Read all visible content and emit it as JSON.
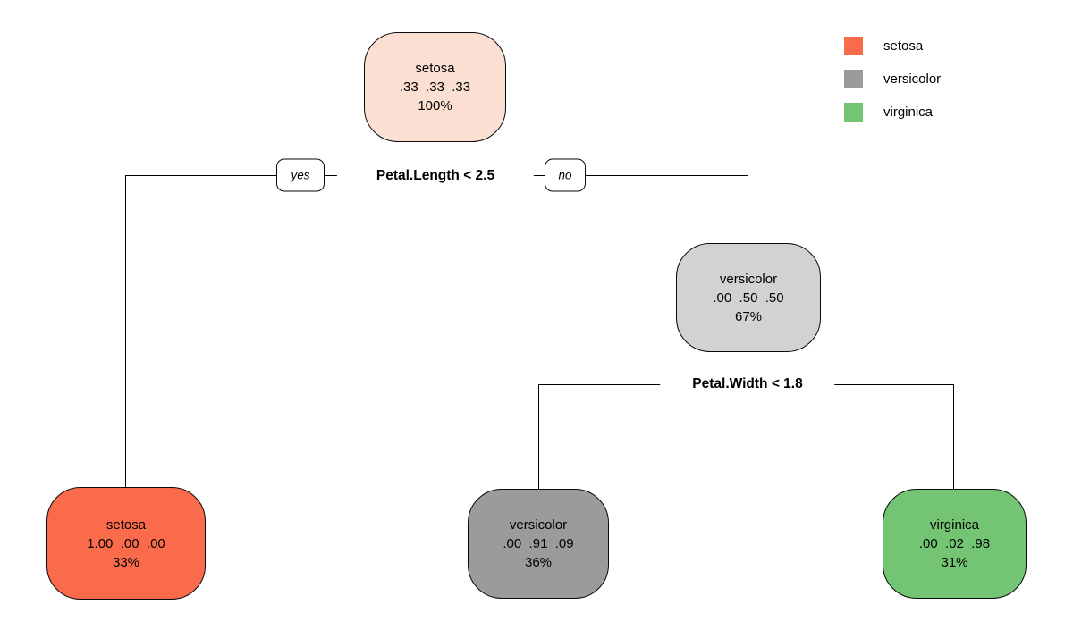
{
  "tree": {
    "nodes": [
      {
        "name": "root",
        "class_label": "setosa",
        "probs": ".33  .33  .33",
        "coverage": "100%",
        "fill": "#FBDFD2"
      },
      {
        "name": "internal-versicolor",
        "class_label": "versicolor",
        "probs": ".00  .50  .50",
        "coverage": "67%",
        "fill": "#D2D2D2"
      },
      {
        "name": "leaf-setosa",
        "class_label": "setosa",
        "probs": "1.00  .00  .00",
        "coverage": "33%",
        "fill": "#F96B4B"
      },
      {
        "name": "leaf-versicolor",
        "class_label": "versicolor",
        "probs": ".00  .91  .09",
        "coverage": "36%",
        "fill": "#9B9B9B"
      },
      {
        "name": "leaf-virginica",
        "class_label": "virginica",
        "probs": ".00  .02  .98",
        "coverage": "31%",
        "fill": "#73C473"
      }
    ],
    "splits": [
      {
        "condition": "Petal.Length < 2.5",
        "yes_label": "yes",
        "no_label": "no"
      },
      {
        "condition": "Petal.Width < 1.8"
      }
    ]
  },
  "legend": {
    "items": [
      {
        "label": "setosa",
        "color": "#F96B4B"
      },
      {
        "label": "versicolor",
        "color": "#9B9B9B"
      },
      {
        "label": "virginica",
        "color": "#73C473"
      }
    ]
  },
  "colors": {
    "background": "#FFFFFF",
    "line": "#000000",
    "text": "#000000"
  }
}
